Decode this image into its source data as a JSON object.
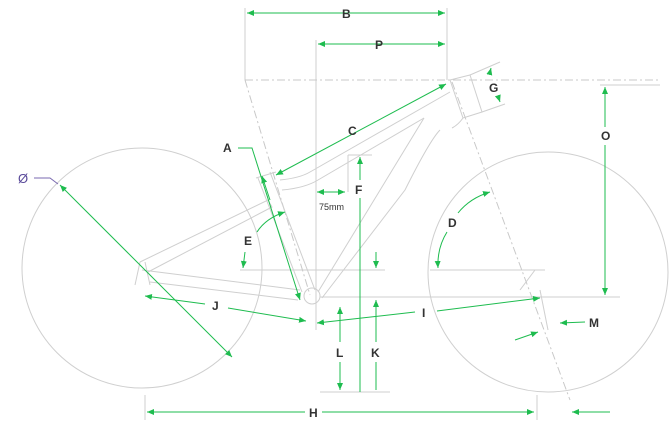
{
  "diagram": {
    "title": "Bike geometry",
    "labels": {
      "A": "A",
      "B": "B",
      "C": "C",
      "D": "D",
      "E": "E",
      "F": "F",
      "G": "G",
      "H": "H",
      "I": "I",
      "J": "J",
      "K": "K",
      "L": "L",
      "M": "M",
      "O": "O",
      "P": "P",
      "wheel_diameter": "Ø",
      "offset": "75mm"
    },
    "colors": {
      "dimension": "#1ebc4f",
      "frame": "#cfcfcf",
      "diameter_marker": "#5a4a9a"
    }
  }
}
